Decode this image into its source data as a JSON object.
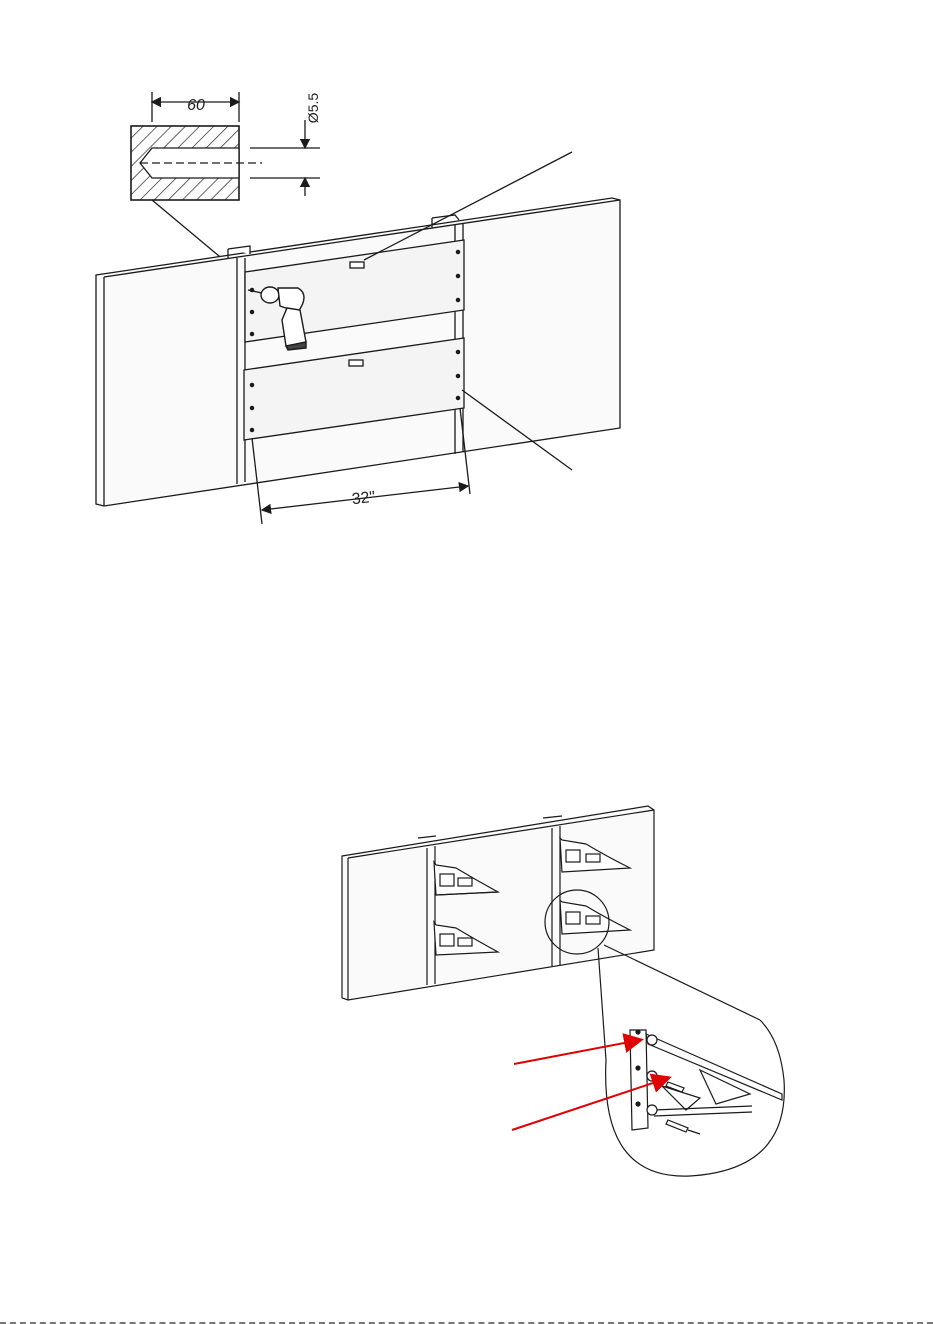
{
  "figure_top": {
    "drill_depth_label": "60",
    "drill_diameter_label": "Ø5.5",
    "stud_spacing_label": "32\""
  },
  "figure_bottom": {},
  "colors": {
    "line": "#1a1a1a",
    "panel_fill": "#f4f4f4",
    "hatch": "#333333",
    "arrow": "#e00000"
  }
}
